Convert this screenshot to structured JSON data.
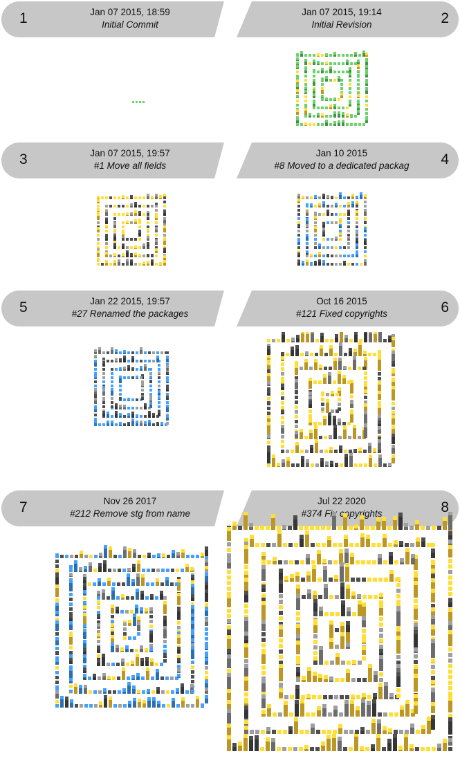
{
  "snapshots": [
    {
      "number": "1",
      "date": "Jan 07 2015, 18:59",
      "message": "Initial Commit"
    },
    {
      "number": "2",
      "date": "Jan 07 2015, 19:14",
      "message": "Initial Revision"
    },
    {
      "number": "3",
      "date": "Jan 07 2015, 19:57",
      "message": "#1 Move all fields"
    },
    {
      "number": "4",
      "date": "Jan 10 2015",
      "message": "#8 Moved to a dedicated packag"
    },
    {
      "number": "5",
      "date": "Jan 22 2015, 19:57",
      "message": "#27 Renamed the packages"
    },
    {
      "number": "6",
      "date": "Oct 16 2015",
      "message": "#121 Fixed copyrights"
    },
    {
      "number": "7",
      "date": "Nov 26 2017",
      "message": "#212 Remove stg from name"
    },
    {
      "number": "8",
      "date": "Jul 22 2020",
      "message": "#374 Fix copyrights"
    }
  ],
  "colors": {
    "banner": "#c7c7c7",
    "green": "#5cb85c",
    "yellow": "#f2c230",
    "blue": "#3a8de0",
    "gray": "#8a8a8a",
    "dark": "#444444"
  }
}
